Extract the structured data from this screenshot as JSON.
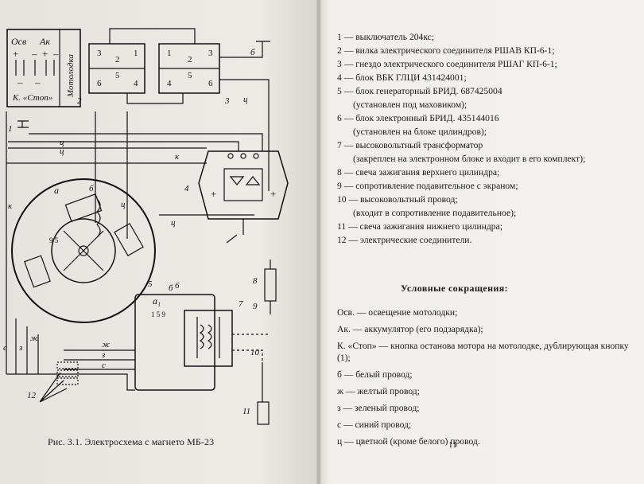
{
  "left_page": {
    "caption": "Рис. 3.1. Электросхема с магнето МБ-23",
    "diagram": {
      "box_osv": "Осв",
      "box_ak": "Ак",
      "box_vertical": "Мотолодка",
      "box_stop": "К. «Стоп»",
      "connector_left_top": [
        "3",
        "2",
        "1"
      ],
      "connector_left_bottom": [
        "6",
        "5",
        "4"
      ],
      "connector_right_top": [
        "1",
        "2",
        "3"
      ],
      "connector_right_bottom": [
        "4",
        "5",
        "6"
      ],
      "wire_b": "б",
      "wire_ts": "ц",
      "wire_k": "к",
      "wire_zh": "ж",
      "wire_z": "з",
      "wire_s": "с",
      "label_a": "а",
      "label_a1": "а₁",
      "scale_95": "9 5",
      "scale_159": "1 5 9",
      "plus": "+",
      "minus": "–",
      "callouts": {
        "n1": "1",
        "n2": "2",
        "n3": "3",
        "n4": "4",
        "n5": "5",
        "n6": "6",
        "n7": "7",
        "n8": "8",
        "n9": "9",
        "n10": "10",
        "n11": "11",
        "n12": "12"
      }
    }
  },
  "right_page": {
    "page_number": "11",
    "legend": [
      {
        "text": "1 — выключатель 204кс;"
      },
      {
        "text": "2 — вилка электрического соединителя РШАВ КП-6-1;"
      },
      {
        "text": "3 — гнездо электрического соединителя РШАГ КП-6-1;"
      },
      {
        "text": "4 — блок ВБК ГЛЦИ 431424001;"
      },
      {
        "text": "5 — блок генераторный БРИД. 687425004",
        "sub": "(установлен под маховиком);"
      },
      {
        "text": "6 — блок электронный БРИД. 435144016",
        "sub": "(установлен на блоке цилиндров);"
      },
      {
        "text": "7 — высоковольтный трансформатор",
        "sub": "(закреплен на электронном блоке и входит в его комплект);"
      },
      {
        "text": "8 — свеча зажигания верхнего цилиндра;"
      },
      {
        "text": "9 — сопротивление подавительное с экраном;"
      },
      {
        "text": "10 — высоковольтный провод;",
        "sub": "(входит в сопротивление подавительное);"
      },
      {
        "text": "11 — свеча зажигания нижнего цилиндра;"
      },
      {
        "text": "12 — электрические соединители."
      }
    ],
    "abbr_title": "Условные сокращения:",
    "abbreviations": [
      {
        "text": "Осв. — освещение мотолодки;"
      },
      {
        "text": "Ак. — аккумулятор (его подзарядка);"
      },
      {
        "text": "К. «Стоп» — кнопка останова мотора на мотолодке, дублирующая кнопку (1);",
        "wrap": true
      },
      {
        "text": "б — белый провод;"
      },
      {
        "text": "ж — желтый провод;"
      },
      {
        "text": "з — зеленый провод;"
      },
      {
        "text": "с — синий провод;"
      },
      {
        "text": "ц — цветной (кроме белого) провод."
      }
    ]
  },
  "colors": {
    "ink": "#111111",
    "paper": "#f2f0ec"
  }
}
